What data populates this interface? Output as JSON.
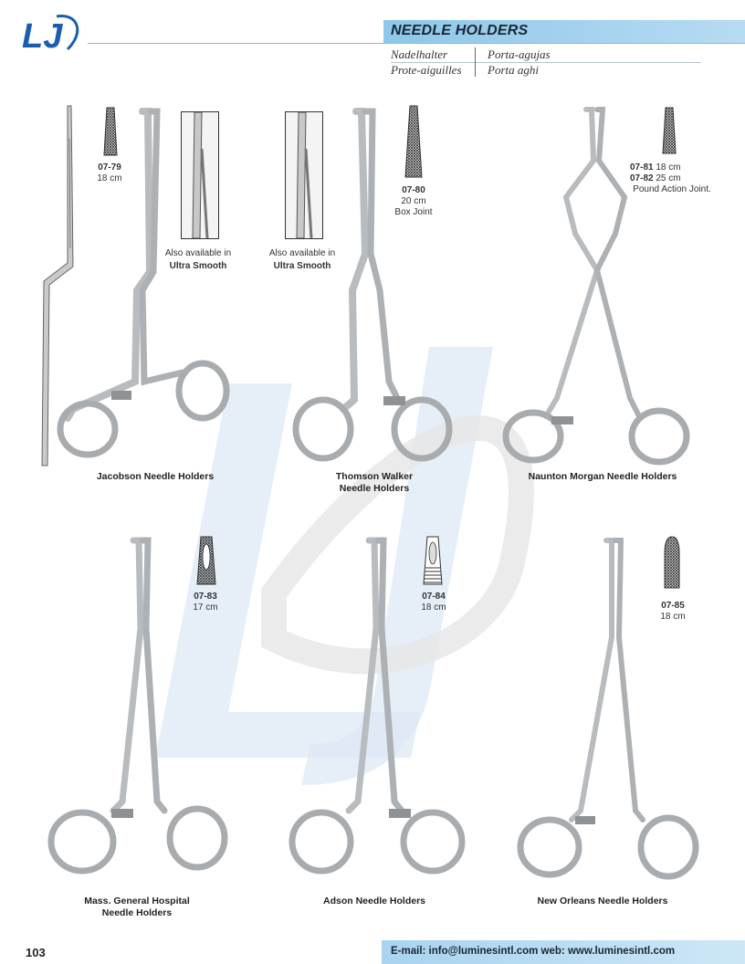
{
  "header": {
    "brand": "LJ",
    "title": "NEEDLE HOLDERS",
    "translations": [
      "Nadelhalter",
      "Porta-agujas",
      "Prote-aiguilles",
      "Porta aghi"
    ]
  },
  "products": [
    {
      "name": "Jacobson Needle Holders",
      "items": [
        {
          "code": "07-79",
          "size": "18 cm"
        }
      ],
      "note": "Also available in",
      "note_bold": "Ultra Smooth"
    },
    {
      "name_line1": "Thomson Walker",
      "name_line2": "Needle Holders",
      "items": [
        {
          "code": "07-80",
          "size": "20 cm"
        }
      ],
      "feature": "Box Joint",
      "note": "Also available in",
      "note_bold": "Ultra Smooth"
    },
    {
      "name": "Naunton Morgan Needle Holders",
      "items": [
        {
          "code": "07-81",
          "size": "18 cm"
        },
        {
          "code": "07-82",
          "size": "25 cm"
        }
      ],
      "feature": "Pound Action Joint."
    },
    {
      "name_line1": "Mass. General Hospital",
      "name_line2": "Needle Holders",
      "items": [
        {
          "code": "07-83",
          "size": "17 cm"
        }
      ]
    },
    {
      "name": "Adson Needle Holders",
      "items": [
        {
          "code": "07-84",
          "size": "18 cm"
        }
      ]
    },
    {
      "name": "New Orleans Needle Holders",
      "items": [
        {
          "code": "07-85",
          "size": "18 cm"
        }
      ]
    }
  ],
  "footer": {
    "page_number": "103",
    "contact": "E-mail: info@luminesintl.com  web: www.luminesintl.com"
  },
  "colors": {
    "accent": "#8ec7ea",
    "logo_blue": "#1a5fae",
    "steel": "#b9bcbf"
  }
}
